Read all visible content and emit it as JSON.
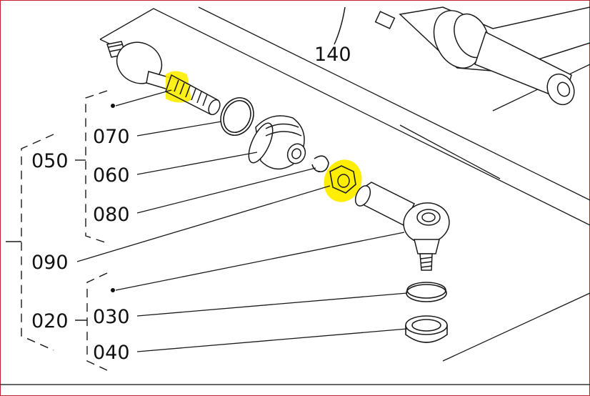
{
  "diagram": {
    "labels": {
      "p140": "140",
      "p050": "050",
      "p070": "070",
      "p060": "060",
      "p080": "080",
      "p090": "090",
      "p020": "020",
      "p030": "030",
      "p040": "040"
    },
    "colors": {
      "highlight": "#ffee00",
      "line": "#1a1a1a",
      "border": "#c0202a",
      "background": "#ffffff"
    }
  }
}
